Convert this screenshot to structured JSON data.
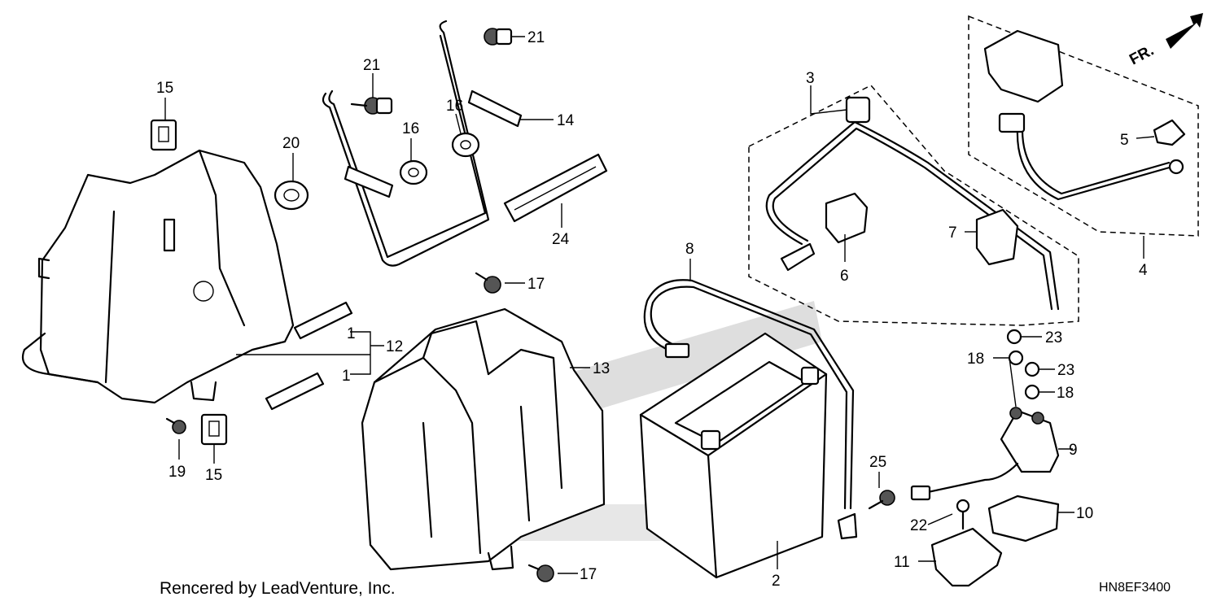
{
  "credit_text": "Rencered by LeadVenture, Inc.",
  "diagram_code": "HN8EF3400",
  "direction_label": "FR.",
  "callouts": [
    "1",
    "1",
    "2",
    "3",
    "4",
    "5",
    "6",
    "7",
    "8",
    "9",
    "10",
    "11",
    "12",
    "13",
    "14",
    "15",
    "15",
    "16",
    "16",
    "17",
    "17",
    "18",
    "18",
    "19",
    "20",
    "21",
    "21",
    "22",
    "23",
    "23",
    "24",
    "25"
  ]
}
